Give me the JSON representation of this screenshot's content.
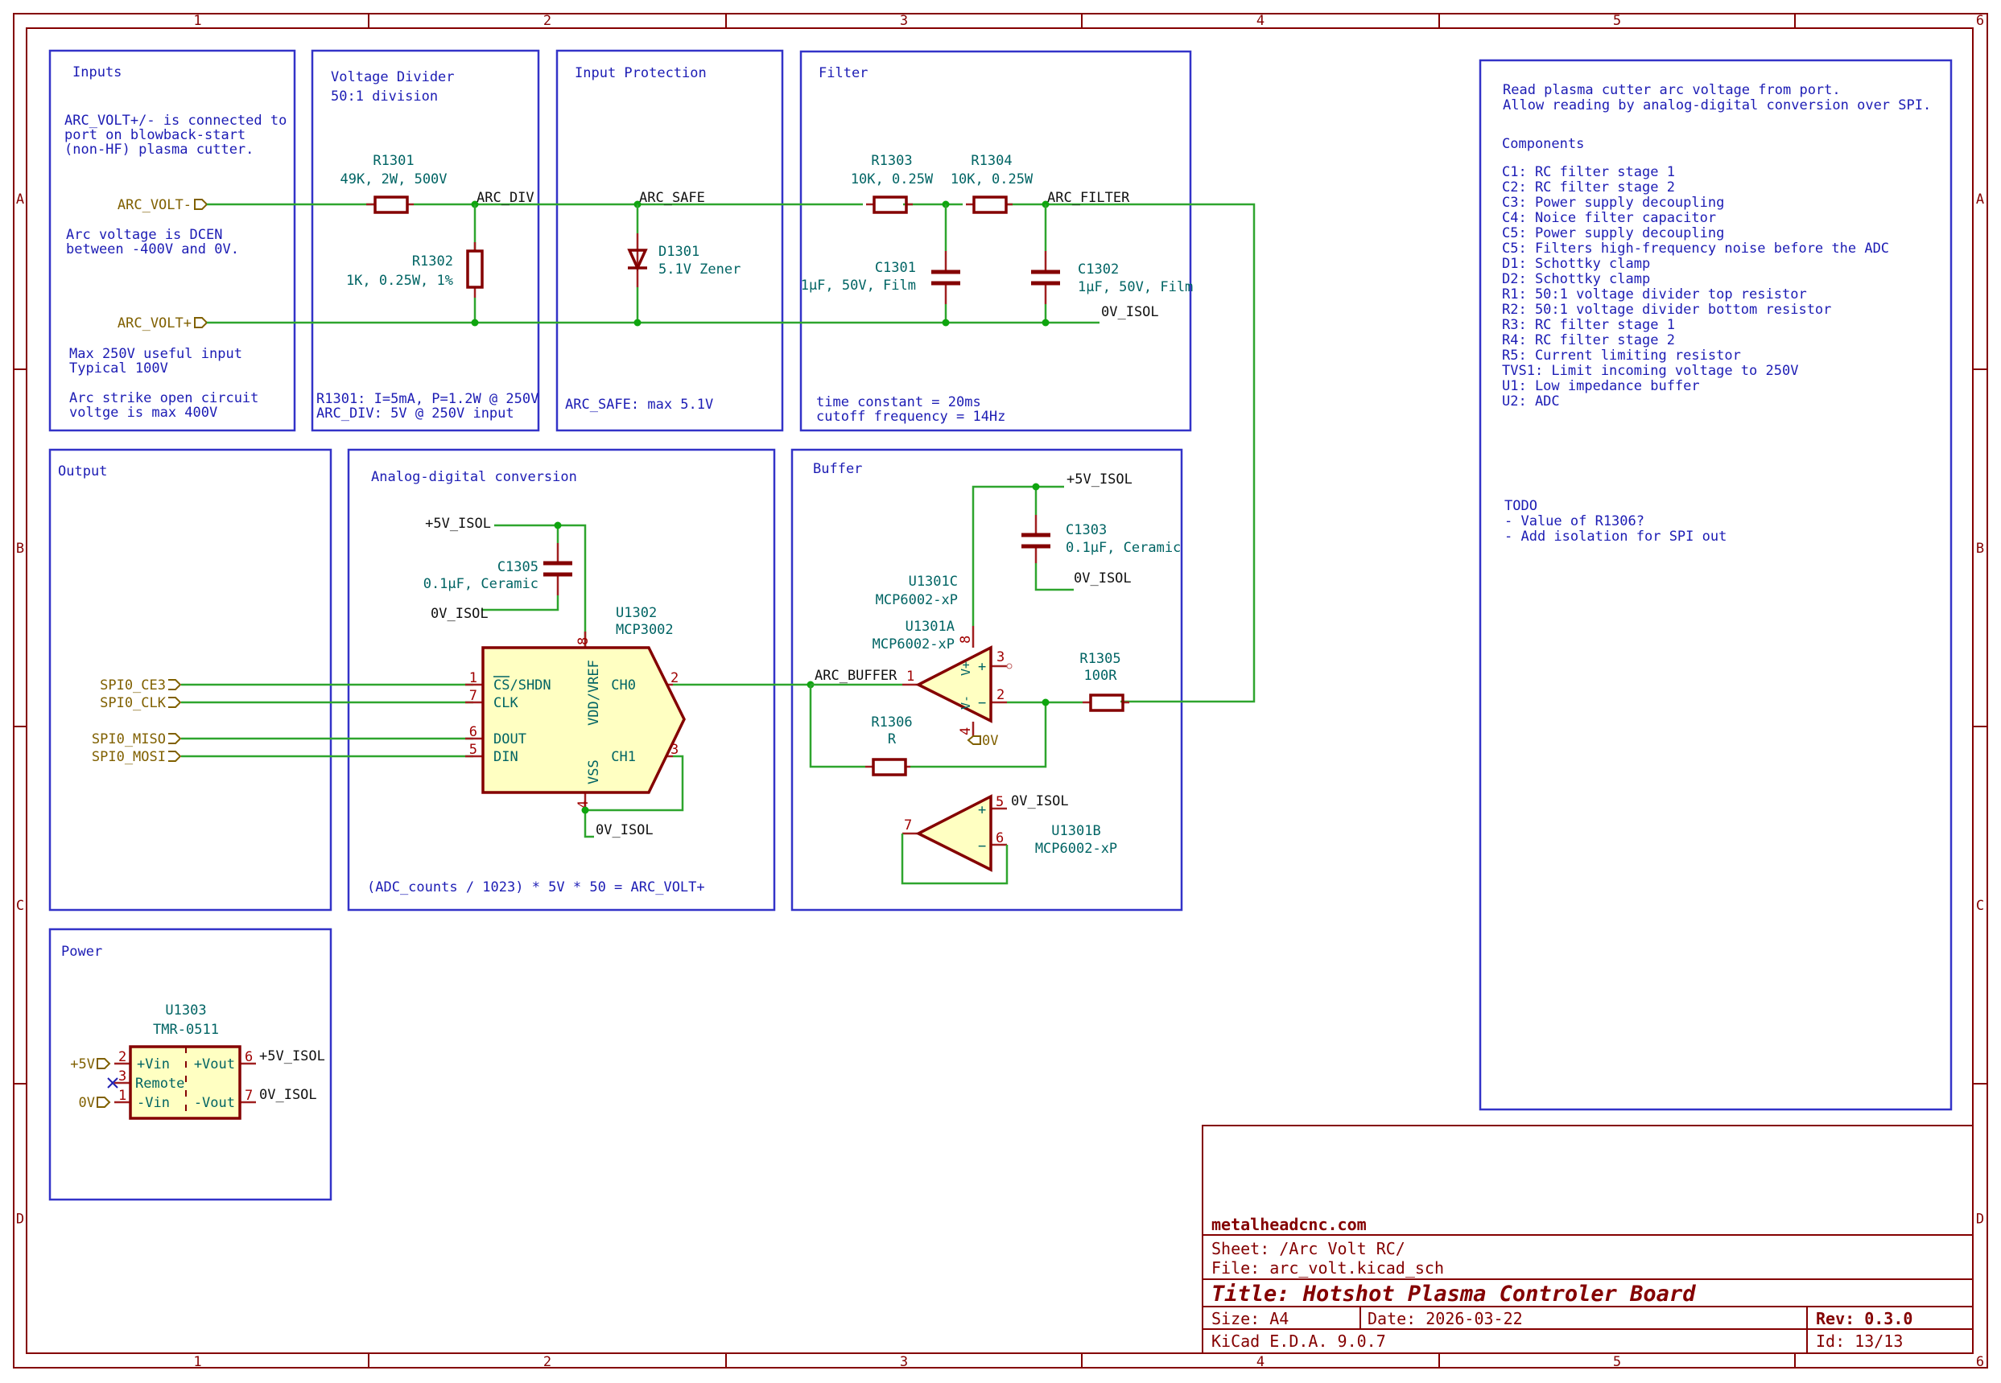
{
  "frame": {
    "columns": [
      "1",
      "2",
      "3",
      "4",
      "5",
      "6"
    ],
    "rows": [
      "A",
      "B",
      "C",
      "D"
    ]
  },
  "blocks": {
    "inputs": {
      "title": "Inputs",
      "note1": [
        "ARC_VOLT+/- is connected to",
        "port on blowback-start",
        "(non-HF) plasma cutter."
      ],
      "note2": [
        "Arc voltage is DCEN",
        "between -400V and 0V."
      ],
      "note3": [
        "Max 250V useful input",
        "Typical 100V"
      ],
      "note4": [
        "Arc strike open circuit",
        "voltge is max 400V"
      ],
      "label_neg": "ARC_VOLT-",
      "label_pos": "ARC_VOLT+"
    },
    "divider": {
      "title": "Voltage Divider",
      "subtitle": "50:1 division",
      "r1_ref": "R1301",
      "r1_val": "49K, 2W, 500V",
      "r2_ref": "R1302",
      "r2_val": "1K, 0.25W, 1%",
      "net": "ARC_DIV",
      "note": [
        "R1301: I=5mA, P=1.2W @ 250V",
        "ARC_DIV: 5V @ 250V input"
      ]
    },
    "protection": {
      "title": "Input Protection",
      "net": "ARC_SAFE",
      "d_ref": "D1301",
      "d_val": "5.1V Zener",
      "note": "ARC_SAFE: max 5.1V"
    },
    "filter": {
      "title": "Filter",
      "r3_ref": "R1303",
      "r3_val": "10K, 0.25W",
      "r4_ref": "R1304",
      "r4_val": "10K, 0.25W",
      "net": "ARC_FILTER",
      "c1_ref": "C1301",
      "c1_val": "1µF, 50V, Film",
      "c2_ref": "C1302",
      "c2_val": "1µF, 50V, Film",
      "gnd": "0V_ISOL",
      "note": [
        "time constant = 20ms",
        "cutoff frequency = 14Hz"
      ]
    },
    "output": {
      "title": "Output",
      "labels": [
        "SPI0_CE3",
        "SPI0_CLK",
        "SPI0_MISO",
        "SPI0_MOSI"
      ]
    },
    "adc": {
      "title": "Analog-digital conversion",
      "vcc": "+5V_ISOL",
      "gnd": "0V_ISOL",
      "gnd2": "0V_ISOL",
      "c_ref": "C1305",
      "c_val": "0.1µF, Ceramic",
      "u_ref": "U1302",
      "u_val": "MCP3002",
      "pins_left": [
        {
          "num": "1",
          "name": "CS/SHDN"
        },
        {
          "num": "7",
          "name": "CLK"
        },
        {
          "num": "6",
          "name": "DOUT"
        },
        {
          "num": "5",
          "name": "DIN"
        }
      ],
      "pin_vdd": {
        "num": "8",
        "name": "VDD/VREF"
      },
      "pin_vss": {
        "num": "4",
        "name": "VSS"
      },
      "pin_ch0": {
        "num": "2",
        "name": "CH0"
      },
      "pin_ch1": {
        "num": "3",
        "name": "CH1"
      },
      "formula": "(ADC_counts / 1023) * 5V * 50 = ARC_VOLT+"
    },
    "buffer": {
      "title": "Buffer",
      "vcc": "+5V_ISOL",
      "gnd": "0V_ISOL",
      "c_ref": "C1303",
      "c_val": "0.1µF, Ceramic",
      "uc_ref": "U1301C",
      "uc_val": "MCP6002-xP",
      "ua_ref": "U1301A",
      "ua_val": "MCP6002-xP",
      "ub_ref": "U1301B",
      "ub_val": "MCP6002-xP",
      "net": "ARC_BUFFER",
      "r5_ref": "R1305",
      "r5_val": "100R",
      "r6_ref": "R1306",
      "r6_val": "R",
      "ua_pins": {
        "out": "1",
        "plus": "3",
        "minus": "2",
        "vp": "8",
        "vn": "4"
      },
      "ub_pins": {
        "out": "7",
        "plus": "5",
        "minus": "6"
      },
      "ub_gnd": "0V_ISOL",
      "zero_v": "0V",
      "vplus": "V+",
      "vminus": "V-",
      "plus": "+",
      "minus": "−"
    },
    "power": {
      "title": "Power",
      "u_ref": "U1303",
      "u_val": "TMR-0511",
      "in_pos": "+5V",
      "in_neg": "0V",
      "out_pos": "+5V_ISOL",
      "out_neg": "0V_ISOL",
      "pins": {
        "vin_p": "2",
        "remote": "3",
        "vin_n": "1",
        "vout_p": "6",
        "vout_n": "7"
      },
      "pin_names": {
        "vin_p": "+Vin",
        "remote": "Remote",
        "vin_n": "-Vin",
        "vout_p": "+Vout",
        "vout_n": "-Vout"
      }
    },
    "notes": {
      "intro": [
        "Read plasma cutter arc voltage from port.",
        "Allow reading by analog-digital conversion over SPI."
      ],
      "components_title": "Components",
      "components": [
        "C1: RC filter stage 1",
        "C2: RC filter stage 2",
        "C3: Power supply decoupling",
        "C4: Noice filter capacitor",
        "C5: Power supply decoupling",
        "C5: Filters high-frequency noise before the ADC",
        "D1: Schottky clamp",
        "D2: Schottky clamp",
        "R1: 50:1 voltage divider top resistor",
        "R2: 50:1 voltage divider bottom resistor",
        "R3: RC filter stage 1",
        "R4: RC filter stage 2",
        "R5: Current limiting resistor",
        "TVS1: Limit incoming voltage to 250V",
        "U1: Low impedance buffer",
        "U2: ADC"
      ],
      "todo_title": "TODO",
      "todo": [
        "- Value of R1306?",
        "- Add isolation for SPI out"
      ]
    }
  },
  "title_block": {
    "company": "metalheadcnc.com",
    "sheet": "Sheet: /Arc Volt RC/",
    "file": "File: arc_volt.kicad_sch",
    "title": "Title: Hotshot Plasma Controler Board",
    "size": "Size: A4",
    "date": "Date: 2026-03-22",
    "rev": "Rev: 0.3.0",
    "tool": "KiCad E.D.A. 9.0.7",
    "id": "Id: 13/13"
  },
  "colors": {
    "frame": "#840000",
    "box": "#3333c8",
    "wire": "#2ea52e",
    "symbol": "#840000",
    "symbol_fill": "#ffffc2",
    "note": "#1c1cb4",
    "ref": "#006464",
    "global_label": "#806000"
  }
}
